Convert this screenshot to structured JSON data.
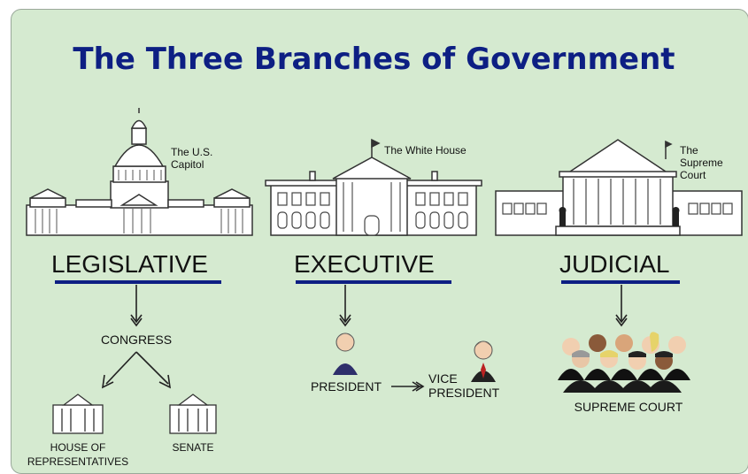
{
  "title": "The Three Branches of Government",
  "buildings": {
    "capitol": "The U.S. Capitol",
    "white_house": "The White House",
    "supreme_court": "The Supreme Court"
  },
  "branches": {
    "legislative": "LEGISLATIVE",
    "executive": "EXECUTIVE",
    "judicial": "JUDICIAL"
  },
  "legislative": {
    "congress": "CONGRESS",
    "house": "HOUSE OF REPRESENTATIVES",
    "senate": "SENATE"
  },
  "executive": {
    "president": "PRESIDENT",
    "vice_president": "VICE PRESIDENT"
  },
  "judicial": {
    "court": "SUPREME COURT"
  },
  "colors": {
    "background": "#d5ead0",
    "title": "#0d1f83",
    "underline": "#0d1f83"
  }
}
